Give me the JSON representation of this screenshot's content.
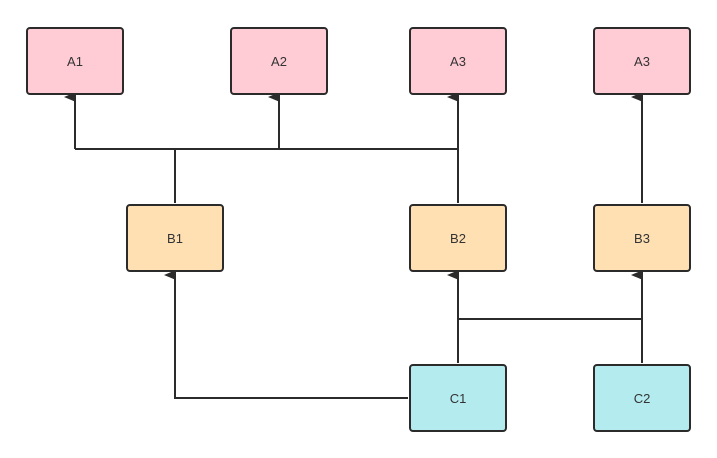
{
  "colors": {
    "a_fill": "#ffccd5",
    "b_fill": "#ffe0b3",
    "c_fill": "#b3ebee",
    "stroke": "#2b2b2b"
  },
  "nodes": {
    "a1": "A1",
    "a2": "A2",
    "a3": "A3",
    "a4": "A3",
    "b1": "B1",
    "b2": "B2",
    "b3": "B3",
    "c1": "C1",
    "c2": "C2"
  },
  "edges": [
    {
      "from": "B1",
      "to": "A1"
    },
    {
      "from": "B1",
      "to": "A2"
    },
    {
      "from": "B1",
      "to": "A3"
    },
    {
      "from": "B2",
      "to": "A1"
    },
    {
      "from": "B2",
      "to": "A2"
    },
    {
      "from": "B2",
      "to": "A3"
    },
    {
      "from": "B3",
      "to": "A3"
    },
    {
      "from": "C1",
      "to": "B1"
    },
    {
      "from": "C1",
      "to": "B2"
    },
    {
      "from": "C1",
      "to": "B3"
    },
    {
      "from": "C2",
      "to": "B2"
    },
    {
      "from": "C2",
      "to": "B3"
    }
  ]
}
